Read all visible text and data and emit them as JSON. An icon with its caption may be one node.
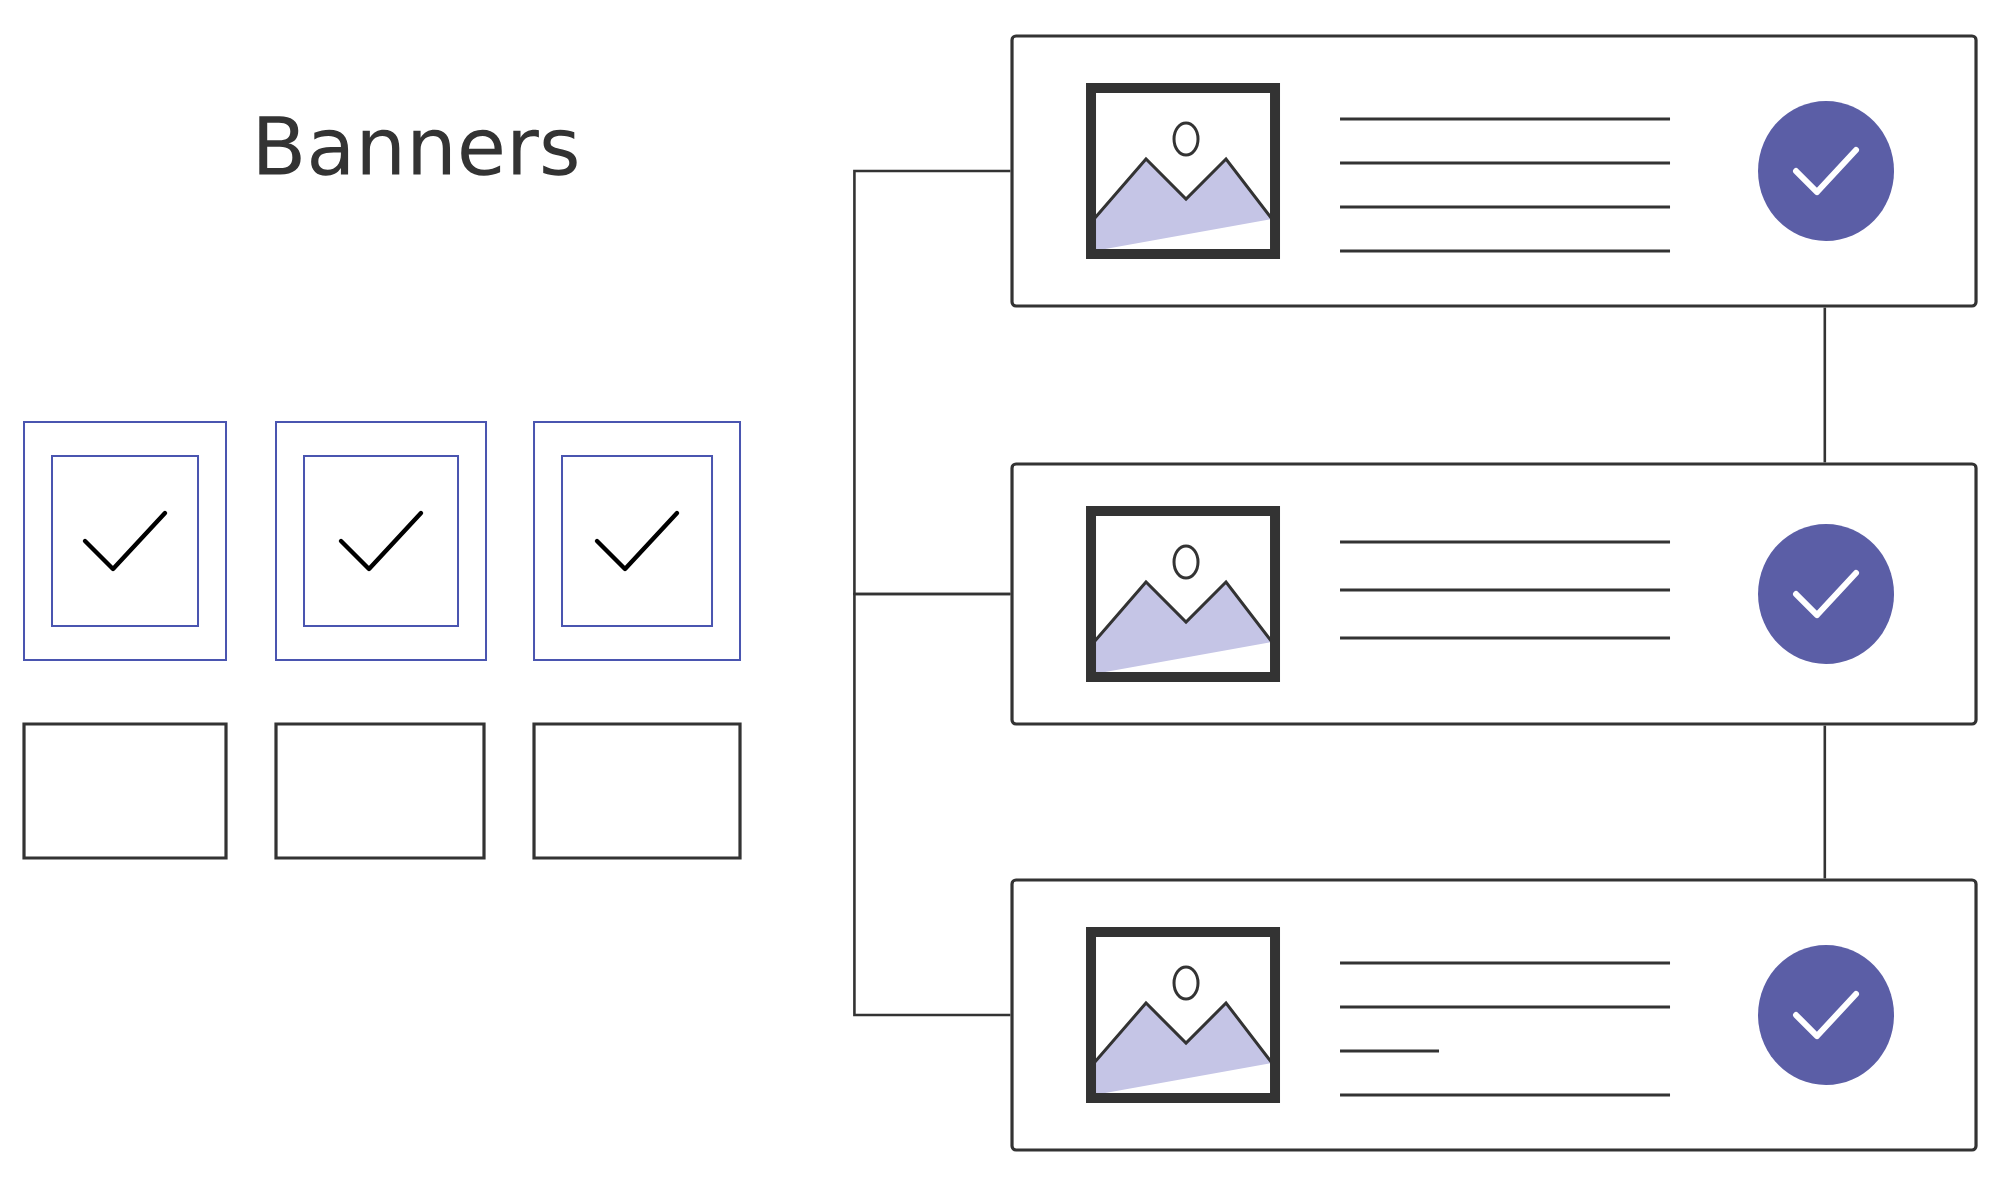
{
  "diagram": {
    "title": "Banners",
    "nodes": [
      {
        "text": [],
        "shape": "box"
      },
      {
        "text": [],
        "shape": "box"
      },
      {
        "text": [],
        "shape": "box"
      },
      {
        "text": [],
        "shape": "box"
      },
      {
        "text": [],
        "shape": "box"
      },
      {
        "text": [],
        "shape": "box"
      },
      {
        "text": [],
        "shape": "box"
      },
      {
        "text": [],
        "shape": "box"
      },
      {
        "text": [],
        "shape": "box"
      }
    ],
    "edges": [
      {
        "from": 6,
        "to": 7,
        "arrow": "none"
      },
      {
        "from": 7,
        "to": 8,
        "arrow": "none"
      },
      {
        "from": 6,
        "to": 7,
        "arrow": "none"
      },
      {
        "from": 7,
        "to": 8,
        "arrow": "none"
      }
    ]
  }
}
